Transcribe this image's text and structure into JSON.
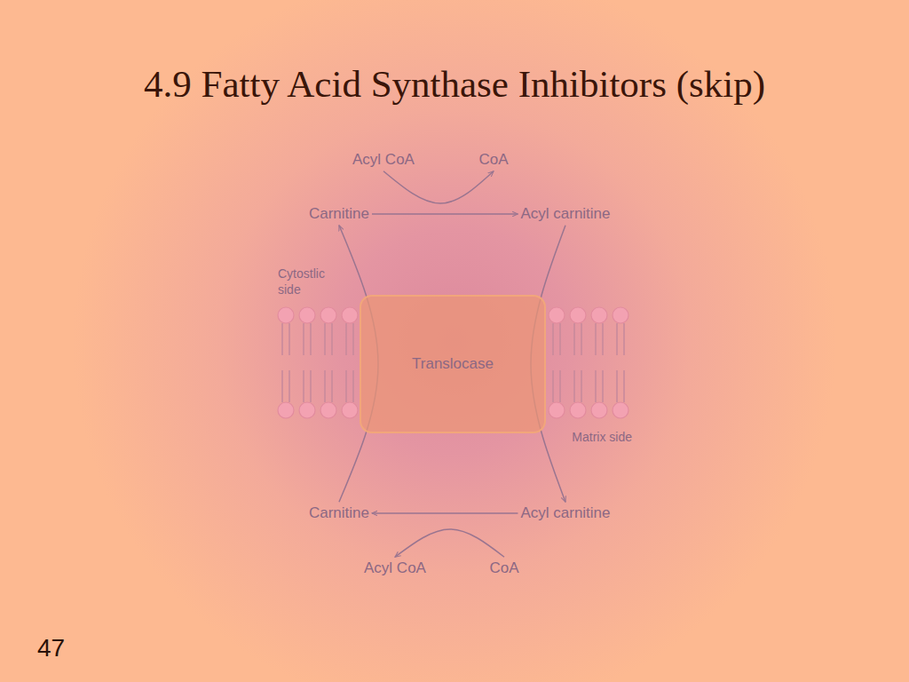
{
  "diagram": {
    "title": "4.9 Fatty Acid Synthase Inhibitors (skip)",
    "nodes": [
      {
        "text": [
          "Acyl CoA"
        ]
      },
      {
        "text": [
          "CoA"
        ]
      },
      {
        "text": [
          "Carnitine"
        ]
      },
      {
        "text": [
          "Acyl carnitine"
        ]
      },
      {
        "text": [
          "Translocase"
        ]
      },
      {
        "text": [
          "Carnitine"
        ]
      },
      {
        "text": [
          "Acyl carnitine"
        ]
      },
      {
        "text": [
          "Acyl CoA"
        ]
      },
      {
        "text": [
          "CoA"
        ]
      }
    ],
    "edges": [
      {
        "from": 0,
        "to": 1,
        "arrow": "to"
      },
      {
        "from": 2,
        "to": 3,
        "arrow": "to"
      },
      {
        "from": 3,
        "to": 6,
        "arrow": "to"
      },
      {
        "from": 5,
        "to": 2,
        "arrow": "to"
      },
      {
        "from": 6,
        "to": 5,
        "arrow": "to"
      },
      {
        "from": 8,
        "to": 7,
        "arrow": "to"
      }
    ],
    "labels": [
      "Cytostlic side",
      "Matrix side",
      "47"
    ]
  }
}
